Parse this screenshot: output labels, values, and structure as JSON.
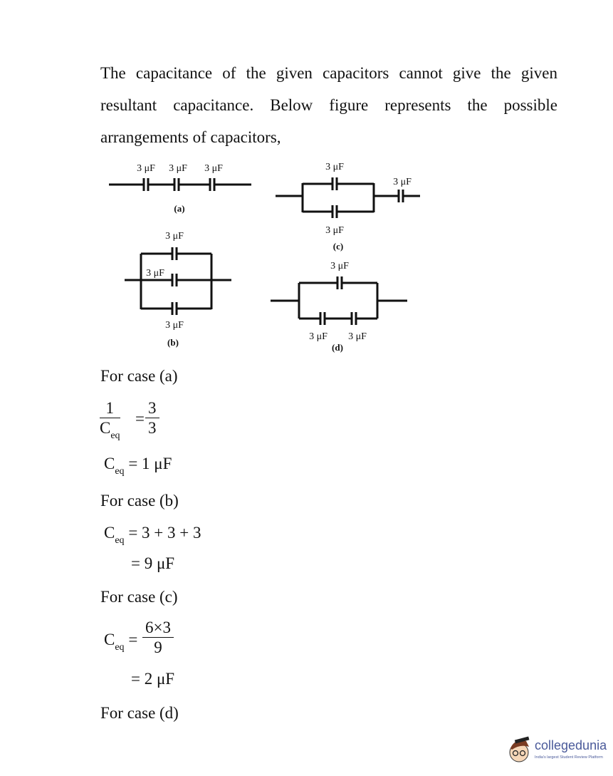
{
  "intro": "The capacitance of the given capacitors cannot give the given resultant capacitance. Below figure represents the possible arrangements of capacitors,",
  "figure": {
    "cap_label": "3 μF",
    "labels": {
      "a": "(a)",
      "b": "(b)",
      "c": "(c)",
      "d": "(d)"
    }
  },
  "case_a": {
    "heading": "For case (a)",
    "lhs_num": "1",
    "lhs_den": "C",
    "sub": "eq",
    "eq": "=",
    "rhs_num": "3",
    "rhs_den": "3",
    "result": "C",
    "result_tail": "= 1 μF"
  },
  "case_b": {
    "heading": "For case (b)",
    "line1_c": "C",
    "sub": "eq",
    "line1": "= 3 + 3 + 3",
    "line2": "= 9 μF"
  },
  "case_c": {
    "heading": "For case (c)",
    "c": "C",
    "sub": "eq",
    "eq": "=",
    "num": "6×3",
    "den": "9",
    "result": "= 2 μF"
  },
  "case_d": {
    "heading": "For case (d)"
  },
  "logo": {
    "name": "collegedunia",
    "tagline": "India's largest Student Review Platform"
  }
}
